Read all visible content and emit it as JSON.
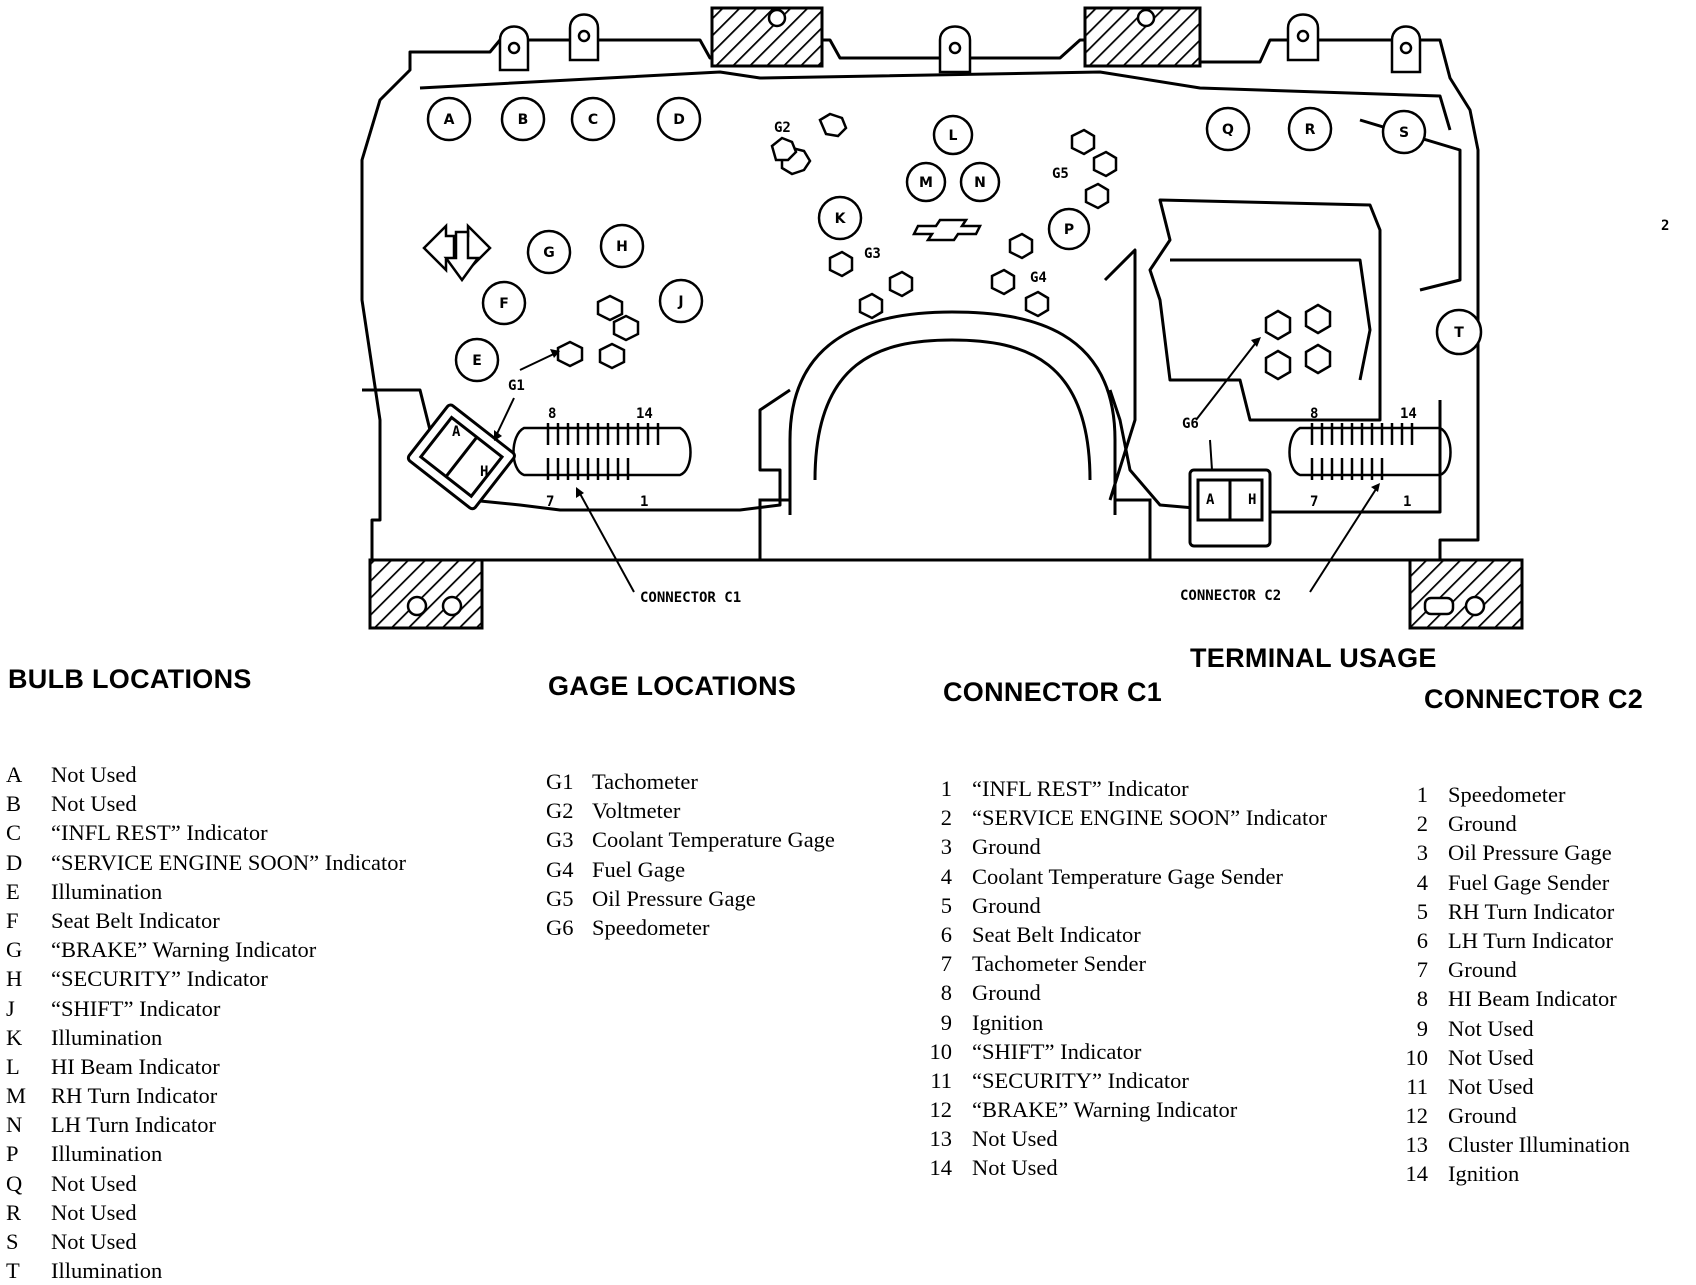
{
  "diagram": {
    "bulb_markers": [
      "A",
      "B",
      "C",
      "D",
      "E",
      "F",
      "G",
      "H",
      "J",
      "K",
      "L",
      "M",
      "N",
      "P",
      "Q",
      "R",
      "S",
      "T"
    ],
    "gage_markers": [
      "G1",
      "G2",
      "G3",
      "G4",
      "G5",
      "G6"
    ],
    "connector_c1_label": "CONNECTOR C1",
    "connector_c2_label": "CONNECTOR C2",
    "pin_8": "8",
    "pin_14": "14",
    "pin_7": "7",
    "pin_1": "1",
    "socket_a": "A",
    "socket_h": "H",
    "corner_mark": "2"
  },
  "bulb_locations": {
    "heading": "BULB LOCATIONS",
    "items": [
      {
        "key": "A",
        "label": "Not Used"
      },
      {
        "key": "B",
        "label": "Not Used"
      },
      {
        "key": "C",
        "label": "“INFL REST” Indicator"
      },
      {
        "key": "D",
        "label": "“SERVICE ENGINE SOON” Indicator"
      },
      {
        "key": "E",
        "label": "Illumination"
      },
      {
        "key": "F",
        "label": "Seat Belt Indicator"
      },
      {
        "key": "G",
        "label": "“BRAKE” Warning Indicator"
      },
      {
        "key": "H",
        "label": "“SECURITY” Indicator"
      },
      {
        "key": "J",
        "label": "“SHIFT” Indicator"
      },
      {
        "key": "K",
        "label": "Illumination"
      },
      {
        "key": "L",
        "label": "HI Beam Indicator"
      },
      {
        "key": "M",
        "label": "RH Turn Indicator"
      },
      {
        "key": "N",
        "label": "LH Turn Indicator"
      },
      {
        "key": "P",
        "label": "Illumination"
      },
      {
        "key": "Q",
        "label": "Not Used"
      },
      {
        "key": "R",
        "label": "Not Used"
      },
      {
        "key": "S",
        "label": "Not Used"
      },
      {
        "key": "T",
        "label": "Illumination"
      }
    ]
  },
  "gage_locations": {
    "heading": "GAGE LOCATIONS",
    "items": [
      {
        "key": "G1",
        "label": "Tachometer"
      },
      {
        "key": "G2",
        "label": "Voltmeter"
      },
      {
        "key": "G3",
        "label": "Coolant Temperature Gage"
      },
      {
        "key": "G4",
        "label": "Fuel Gage"
      },
      {
        "key": "G5",
        "label": "Oil Pressure Gage"
      },
      {
        "key": "G6",
        "label": "Speedometer"
      }
    ]
  },
  "terminal_usage": {
    "heading": "TERMINAL USAGE",
    "connector_c1": {
      "heading": "CONNECTOR C1",
      "items": [
        {
          "key": "1",
          "label": "“INFL REST” Indicator"
        },
        {
          "key": "2",
          "label": "“SERVICE ENGINE SOON” Indicator"
        },
        {
          "key": "3",
          "label": "Ground"
        },
        {
          "key": "4",
          "label": "Coolant Temperature Gage Sender"
        },
        {
          "key": "5",
          "label": "Ground"
        },
        {
          "key": "6",
          "label": "Seat Belt Indicator"
        },
        {
          "key": "7",
          "label": "Tachometer Sender"
        },
        {
          "key": "8",
          "label": "Ground"
        },
        {
          "key": "9",
          "label": "Ignition"
        },
        {
          "key": "10",
          "label": "“SHIFT” Indicator"
        },
        {
          "key": "11",
          "label": "“SECURITY” Indicator"
        },
        {
          "key": "12",
          "label": "“BRAKE” Warning Indicator"
        },
        {
          "key": "13",
          "label": "Not Used"
        },
        {
          "key": "14",
          "label": "Not Used"
        }
      ]
    },
    "connector_c2": {
      "heading": "CONNECTOR C2",
      "items": [
        {
          "key": "1",
          "label": "Speedometer"
        },
        {
          "key": "2",
          "label": "Ground"
        },
        {
          "key": "3",
          "label": "Oil Pressure Gage"
        },
        {
          "key": "4",
          "label": "Fuel Gage Sender"
        },
        {
          "key": "5",
          "label": "RH Turn Indicator"
        },
        {
          "key": "6",
          "label": "LH Turn Indicator"
        },
        {
          "key": "7",
          "label": "Ground"
        },
        {
          "key": "8",
          "label": "HI Beam Indicator"
        },
        {
          "key": "9",
          "label": "Not Used"
        },
        {
          "key": "10",
          "label": "Not Used"
        },
        {
          "key": "11",
          "label": "Not Used"
        },
        {
          "key": "12",
          "label": "Ground"
        },
        {
          "key": "13",
          "label": "Cluster Illumination"
        },
        {
          "key": "14",
          "label": "Ignition"
        }
      ]
    }
  }
}
